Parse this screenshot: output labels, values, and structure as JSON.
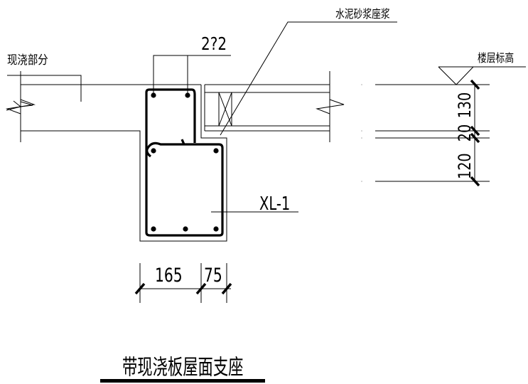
{
  "labels": {
    "cast_in_place_part": "现浇部分",
    "rebar_spec": "2?2",
    "mortar_bedding": "水泥砂浆座浆",
    "floor_elevation": "楼层标高",
    "beam_id": "XL-1",
    "title": "带现浇板屋面支座"
  },
  "dimensions": {
    "horizontal": [
      "165",
      "75"
    ],
    "vertical": [
      "120",
      "20",
      "130"
    ]
  }
}
